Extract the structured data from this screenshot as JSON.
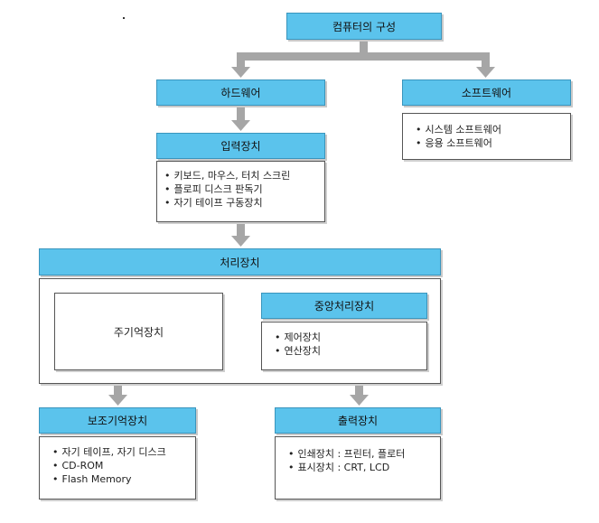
{
  "diagram": {
    "root": "컴퓨터의 구성",
    "hardware": "하드웨어",
    "software": {
      "label": "소프트웨어",
      "items": [
        "시스템 소프트웨어",
        "응용 소프트웨어"
      ]
    },
    "input": {
      "label": "입력장치",
      "items": [
        "키보드, 마우스, 터치 스크린",
        "플로피 디스크 판독기",
        "자기 테이프 구동장치"
      ]
    },
    "processing": "처리장치",
    "main_memory": "주기억장치",
    "cpu": {
      "label": "중앙처리장치",
      "items": [
        "제어장치",
        "연산장치"
      ]
    },
    "auxiliary": {
      "label": "보조기억장치",
      "items": [
        "자기 테이프, 자기 디스크",
        "CD-ROM",
        "Flash Memory"
      ]
    },
    "output": {
      "label": "출력장치",
      "items": [
        "인쇄장치 : 프린터, 플로터",
        "표시장치 : CRT, LCD"
      ]
    }
  },
  "colors": {
    "header_fill": "#5bc3ec",
    "connector": "#a6a6a6"
  }
}
